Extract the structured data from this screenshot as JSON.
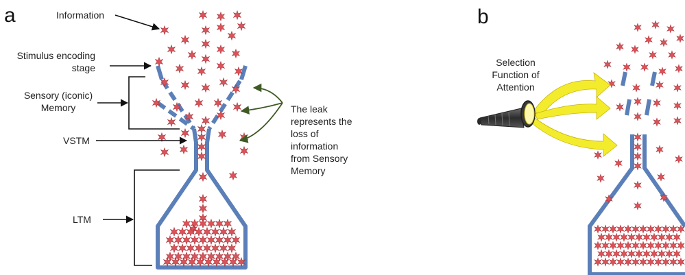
{
  "panels": {
    "a": {
      "letter": "a",
      "labels": {
        "information": "Information",
        "stimulus_encoding": "Stimulus encoding\nstage",
        "sensory_memory": "Sensory (iconic)\nMemory",
        "vstm": "VSTM",
        "ltm": "LTM",
        "leak_note": "The leak\nrepresents the\nloss of\ninformation\nfrom Sensory\nMemory"
      }
    },
    "b": {
      "letter": "b",
      "labels": {
        "selection": "Selection\nFunction of\nAttention"
      }
    }
  },
  "colors": {
    "funnel": "#5b7fb8",
    "star": "#d9545a",
    "star_stroke": "#a83238",
    "arrow": "#111111",
    "leak_arrow": "#3f5a24",
    "beam": "#f3ec2c",
    "beam_stroke": "#c9b400",
    "flashlight": "#3d3d3d"
  }
}
